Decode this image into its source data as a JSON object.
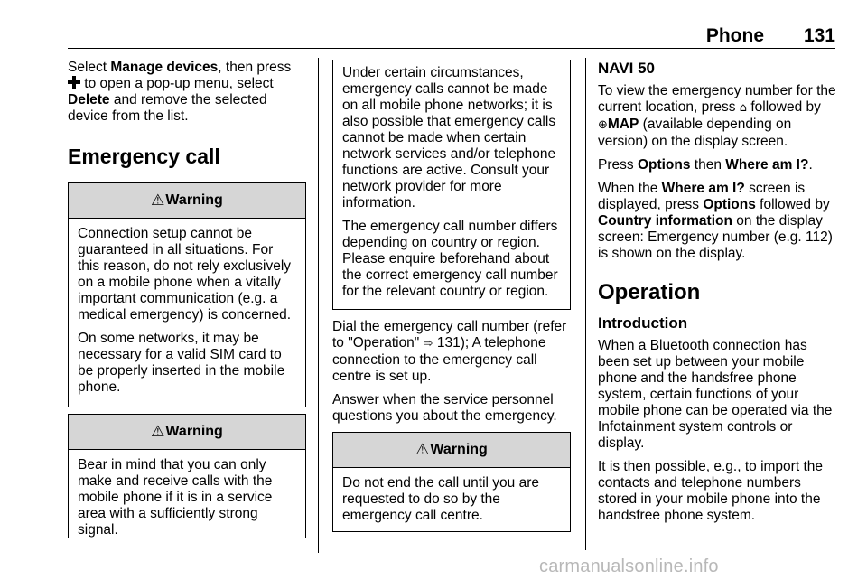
{
  "header": {
    "section": "Phone",
    "page_number": "131"
  },
  "col1": {
    "intro": {
      "t1": "Select ",
      "b1": "Manage devices",
      "t2": ", then press",
      "t3": " to open a pop-up menu, select",
      "b2": "Delete",
      "t4": " and remove the selected device from the list."
    },
    "heading": "Emergency call",
    "warning1": {
      "title": "Warning",
      "p1": "Connection setup cannot be guaranteed in all situations. For this reason, do not rely exclusively on a mobile phone when a vitally important communication (e.g. a medical emergency) is concerned.",
      "p2": "On some networks, it may be necessary for a valid SIM card to be properly inserted in the mobile phone."
    },
    "warning2": {
      "title": "Warning",
      "p1": "Bear in mind that you can only make and receive calls with the mobile phone if it is in a service area with a sufficiently strong signal."
    }
  },
  "col2": {
    "box_p1": "Under certain circumstances, emergency calls cannot be made on all mobile phone networks; it is also possible that emergency calls cannot be made when certain network services and/or telephone functions are active. Consult your network provider for more information.",
    "box_p2": "The emergency call number differs depending on country or region. Please enquire beforehand about the correct emergency call number for the relevant country or region.",
    "dial": {
      "t1": "Dial the emergency call number (refer to \"Operation\" ",
      "t2": " 131); A telephone connection to the emergency call centre is set up."
    },
    "answer": "Answer when the service personnel questions you about the emergency.",
    "warning3": {
      "title": "Warning",
      "p1": "Do not end the call until you are requested to do so by the emergency call centre."
    }
  },
  "col3": {
    "navi_heading": "NAVI 50",
    "p1": {
      "t1": "To view the emergency number for the current location, press ",
      "t2": " followed by ",
      "b1": "MAP",
      "t3": " (available depending on version) on the display screen."
    },
    "p2": {
      "t1": "Press ",
      "b1": "Options",
      "t2": " then ",
      "b2": "Where am I?",
      "t3": "."
    },
    "p3": {
      "t1": "When the ",
      "b1": "Where am I?",
      "t2": " screen is displayed, press ",
      "b2": "Options",
      "t3": " followed by ",
      "b3": "Country information",
      "t4": " on the display screen: Emergency number (e.g. 112) is shown on the display."
    },
    "operation_heading": "Operation",
    "intro_heading": "Introduction",
    "p4": "When a Bluetooth connection has been set up between your mobile phone and the handsfree phone system, certain functions of your mobile phone can be operated via the Infotainment system controls or display.",
    "p5": "It is then possible, e.g., to import the contacts and telephone numbers stored in your mobile phone into the handsfree phone system."
  },
  "icons": {
    "warning": "warning-triangle-icon",
    "plus": "plus-icon",
    "reference": "reference-arrow-icon",
    "home": "home-icon",
    "navi": "navi-globe-icon"
  },
  "watermark": "carmanualsonline.info"
}
